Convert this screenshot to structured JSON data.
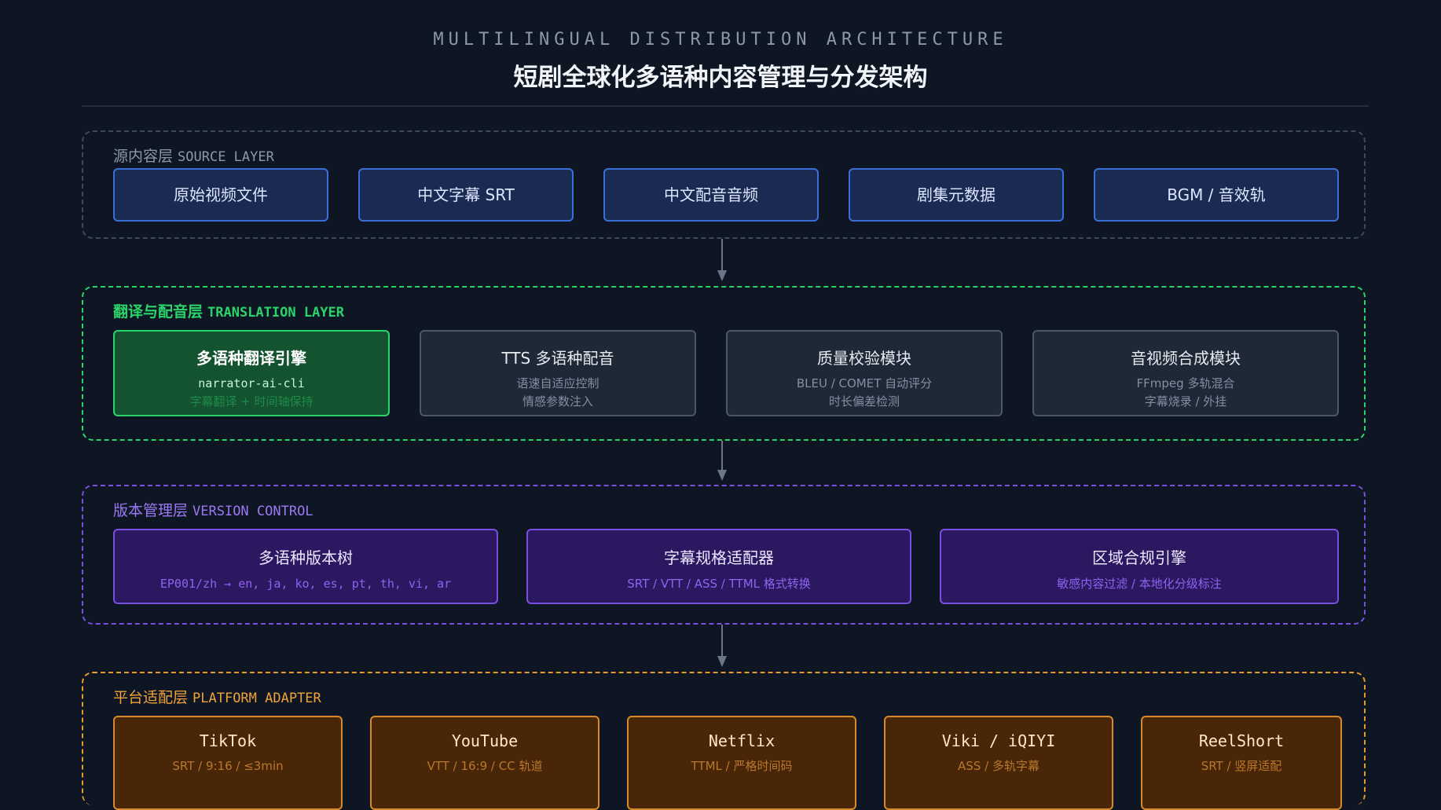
{
  "header": {
    "subtitle": "MULTILINGUAL DISTRIBUTION ARCHITECTURE",
    "title": "短剧全球化多语种内容管理与分发架构"
  },
  "layers": {
    "source": {
      "label_zh": "源内容层",
      "label_en": "SOURCE LAYER",
      "boxes": [
        "原始视频文件",
        "中文字幕 SRT",
        "中文配音音频",
        "剧集元数据",
        "BGM / 音效轨"
      ]
    },
    "translation": {
      "label_zh": "翻译与配音层",
      "label_en": "TRANSLATION LAYER",
      "boxes": [
        {
          "title": "多语种翻译引擎",
          "line1": "narrator-ai-cli",
          "line2": "字幕翻译 + 时间轴保持"
        },
        {
          "title": "TTS 多语种配音",
          "line1": "语速自适应控制",
          "line2": "情感参数注入"
        },
        {
          "title": "质量校验模块",
          "line1": "BLEU / COMET 自动评分",
          "line2": "时长偏差检测"
        },
        {
          "title": "音视频合成模块",
          "line1": "FFmpeg 多轨混合",
          "line2": "字幕烧录 / 外挂"
        }
      ]
    },
    "version": {
      "label_zh": "版本管理层",
      "label_en": "VERSION CONTROL",
      "boxes": [
        {
          "title": "多语种版本树",
          "line1": "EP001/zh → en, ja, ko, es, pt, th, vi, ar"
        },
        {
          "title": "字幕规格适配器",
          "line1": "SRT / VTT / ASS / TTML 格式转换"
        },
        {
          "title": "区域合规引擎",
          "line1": "敏感内容过滤 / 本地化分级标注"
        }
      ]
    },
    "platform": {
      "label_zh": "平台适配层",
      "label_en": "PLATFORM ADAPTER",
      "boxes": [
        {
          "title": "TikTok",
          "line1": "SRT / 9:16 / ≤3min"
        },
        {
          "title": "YouTube",
          "line1": "VTT / 16:9 / CC 轨道"
        },
        {
          "title": "Netflix",
          "line1": "TTML / 严格时间码"
        },
        {
          "title": "Viki / iQIYI",
          "line1": "ASS / 多轨字幕"
        },
        {
          "title": "ReelShort",
          "line1": "SRT / 竖屏适配"
        }
      ]
    }
  }
}
